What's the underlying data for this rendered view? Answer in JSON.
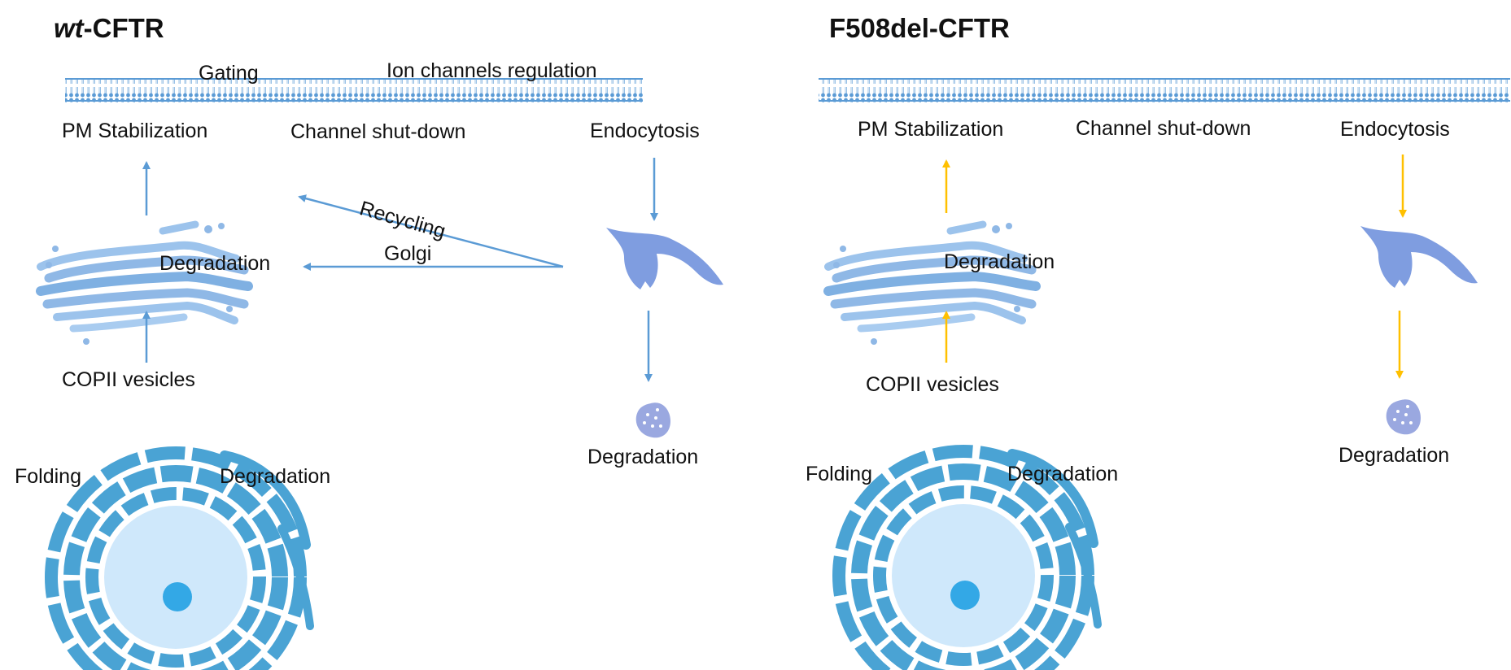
{
  "left": {
    "title_italic": "wt",
    "title_rest": "-CFTR",
    "labels": {
      "gating": "Gating",
      "ion": "Ion channels regulation",
      "pm": "PM Stabilization",
      "shutdown": "Channel shut-down",
      "endocytosis": "Endocytosis",
      "recycling": "Recycling",
      "golgi": "Golgi",
      "golgi_degradation": "Degradation",
      "copii": "COPII vesicles",
      "folding": "Folding",
      "er_degradation": "Degradation",
      "lyso_degradation": "Degradation"
    }
  },
  "right": {
    "title": "F508del-CFTR",
    "labels": {
      "pm": "PM Stabilization",
      "shutdown": "Channel shut-down",
      "endocytosis": "Endocytosis",
      "golgi_degradation": "Degradation",
      "copii": "COPII vesicles",
      "folding": "Folding",
      "er_degradation": "Degradation",
      "lyso_degradation": "Degradation"
    }
  },
  "colors": {
    "membrane": "#5b9bd5",
    "arrow_wt": "#5b9bd5",
    "arrow_mutant": "#ffc000",
    "golgi": "#8fb8e6",
    "er": "#4aa3d4",
    "nucleus": "#cfe8fb",
    "nucleolus": "#33a8e6",
    "endosome": "#7f9de0",
    "lysosome": "#9aa8e0"
  }
}
